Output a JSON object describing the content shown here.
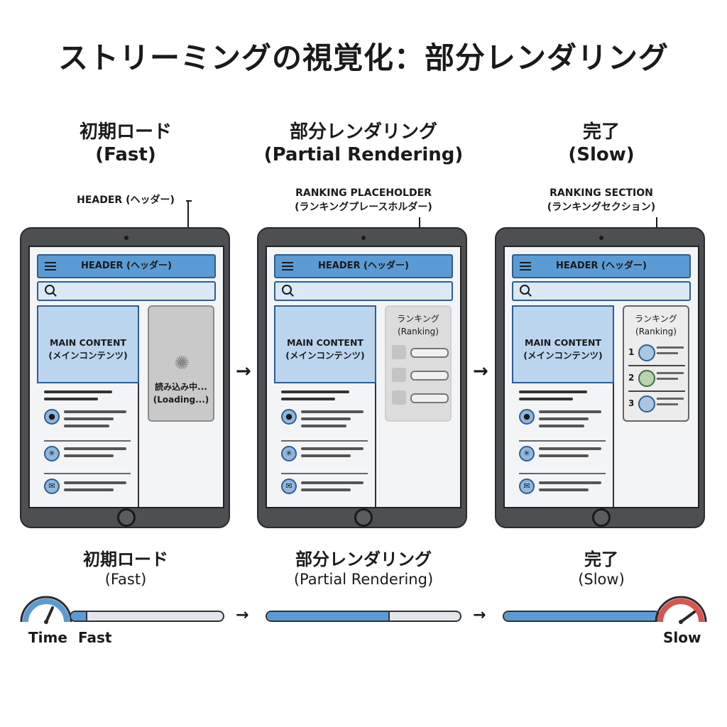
{
  "title": "ストリーミングの視覚化：部分レンダリング",
  "stages": [
    {
      "heading_ja": "初期ロード",
      "heading_en": "(Fast)",
      "callout": "HEADER (ヘッダー)",
      "callout_sub": "",
      "header_label": "HEADER (ヘッダー)",
      "main_label_en": "MAIN CONTENT",
      "main_label_ja": "(メインコンテンツ)",
      "loading_ja": "読み込み中...",
      "loading_en": "(Loading...)",
      "bottom_ja": "初期ロード",
      "bottom_en": "(Fast)",
      "progress": 0.1
    },
    {
      "heading_ja": "部分レンダリング",
      "heading_en": "(Partial Rendering)",
      "callout": "RANKING PLACEHOLDER",
      "callout_sub": "(ランキングプレースホルダー)",
      "header_label": "HEADER (ヘッダー)",
      "main_label_en": "MAIN CONTENT",
      "main_label_ja": "(メインコンテンツ)",
      "ranking_ja": "ランキング",
      "ranking_en": "(Ranking)",
      "bottom_ja": "部分レンダリング",
      "bottom_en": "(Partial Rendering)",
      "progress": 0.63
    },
    {
      "heading_ja": "完了",
      "heading_en": "(Slow)",
      "callout": "RANKING SECTION",
      "callout_sub": "(ランキングセクション)",
      "header_label": "HEADER (ヘッダー)",
      "main_label_en": "MAIN CONTENT",
      "main_label_ja": "(メインコンテンツ)",
      "ranking_ja": "ランキング",
      "ranking_en": "(Ranking)",
      "ranks": [
        "1",
        "2",
        "3"
      ],
      "bottom_ja": "完了",
      "bottom_en": "(Slow)",
      "progress": 1.0
    }
  ],
  "timeline": {
    "time_label": "Time",
    "fast_label": "Fast",
    "slow_label": "Slow"
  },
  "colors": {
    "accent": "#5b9bd5",
    "accent_dark": "#2d5e8e",
    "light_blue": "#bcd5ef",
    "loading_gray": "#c9c9c9",
    "slow_red": "#d9534f"
  },
  "icons": [
    "menu-icon",
    "search-icon",
    "spinner-icon",
    "user-icon",
    "settings-icon",
    "mail-icon",
    "gauge-icon"
  ]
}
